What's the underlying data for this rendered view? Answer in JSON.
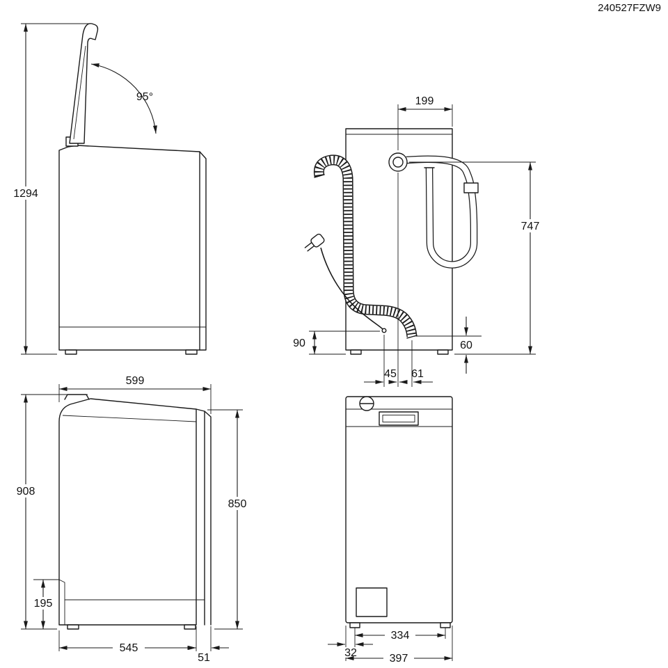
{
  "page": {
    "background": "#ffffff",
    "line_color": "#1a1a1a",
    "document_code": "240527FZW9"
  },
  "diagram": {
    "views": {
      "side_lid_open": {
        "angle": "95°",
        "height_total": "1294"
      },
      "rear": {
        "inlet_offset": "199",
        "inlet_height": "747",
        "cord_height": "90",
        "drain_height": "60",
        "offset_a": "45",
        "offset_b": "61"
      },
      "side_closed": {
        "depth_top": "599",
        "height_total": "908",
        "height_body": "850",
        "plinth_height": "195",
        "depth_body": "545",
        "depth_rear": "51"
      },
      "front": {
        "feet_spacing": "334",
        "foot_inset": "32",
        "width_total": "397"
      }
    }
  }
}
